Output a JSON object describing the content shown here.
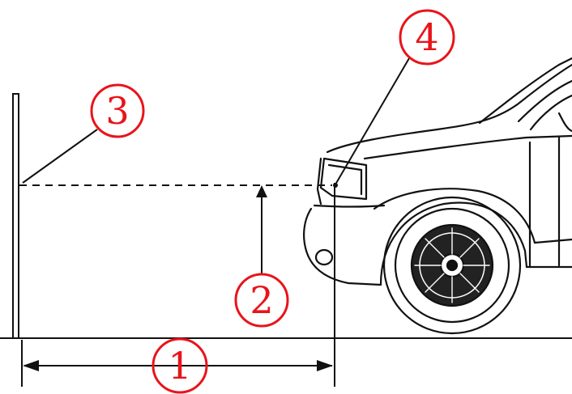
{
  "callouts": [
    {
      "id": 1,
      "label": "1"
    },
    {
      "id": 2,
      "label": "2"
    },
    {
      "id": 3,
      "label": "3"
    },
    {
      "id": 4,
      "label": "4"
    }
  ],
  "colors": {
    "callout": "#e8141a",
    "line": "#111111",
    "background": "#ffffff"
  }
}
